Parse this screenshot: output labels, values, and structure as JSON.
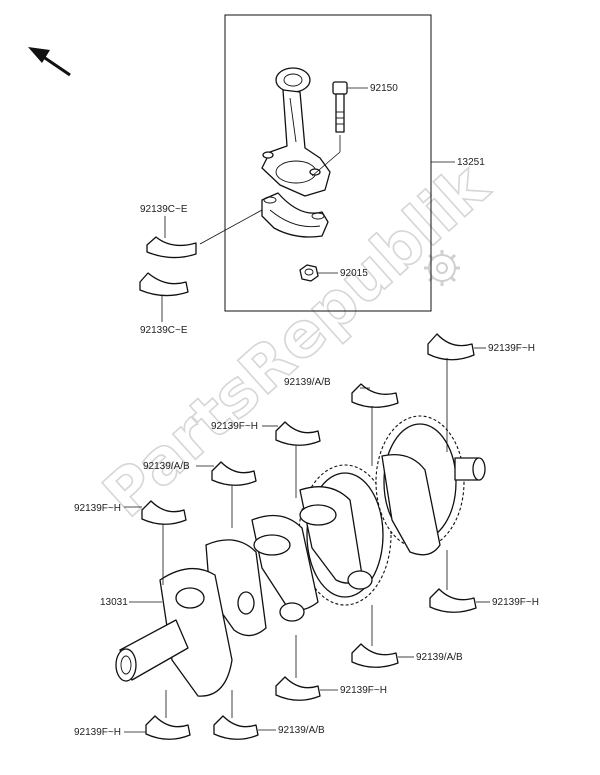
{
  "watermark": "PartsRepublik",
  "labels": {
    "conrod_bolt": "92150",
    "conrod_assy": "13251",
    "bearing_conrod_upper": "92139C~E",
    "bearing_conrod_lower": "92139C~E",
    "nut": "92015",
    "bearing_1": "92139F~H",
    "bearing_2": "92139/A/B",
    "bearing_3": "92139F~H",
    "bearing_4": "92139/A/B",
    "bearing_5": "92139F~H",
    "crankshaft": "13031",
    "bearing_6": "92139F~H",
    "bearing_7": "92139/A/B",
    "bearing_8": "92139F~H",
    "bearing_9": "92139F~H",
    "bearing_10": "92139/A/B"
  },
  "icons": {
    "front_arrow": "front-direction-arrow",
    "gear": "gear-icon"
  }
}
